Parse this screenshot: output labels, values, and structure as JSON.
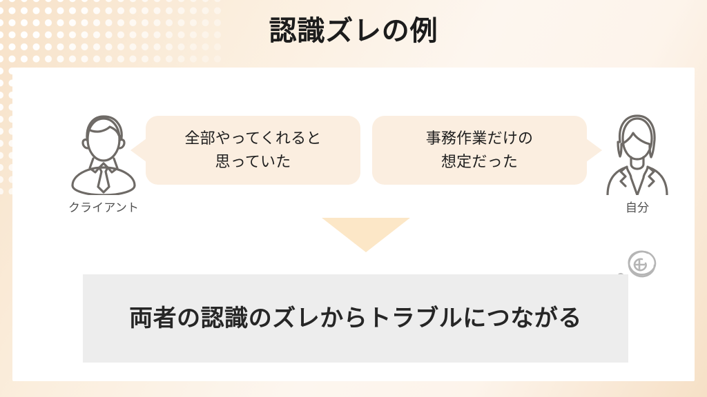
{
  "slide": {
    "title": "認識ズレの例",
    "background_accent": "#f7e2c9",
    "card_color": "#ffffff"
  },
  "persons": [
    {
      "id": "client",
      "label": "クライアント",
      "icon": "businessman-avatar-icon"
    },
    {
      "id": "self",
      "label": "自分",
      "icon": "businesswoman-avatar-icon"
    }
  ],
  "bubbles": [
    {
      "id": "client-bubble",
      "text": "全部やってくれると\n思っていた",
      "color": "#fbeee0",
      "tail": "left"
    },
    {
      "id": "self-bubble",
      "text": "事務作業だけの\n想定だった",
      "color": "#fbeee0",
      "tail": "right"
    }
  ],
  "arrow": {
    "direction": "down",
    "color": "#fce7c7"
  },
  "conclusion": {
    "text": "両者の認識のズレからトラブルにつながる",
    "background": "#ededed",
    "text_color": "#262626"
  },
  "decorations": {
    "halftone": "white-dot-halftone-pattern",
    "doodle": "gray-scribble-circle-doodle"
  }
}
